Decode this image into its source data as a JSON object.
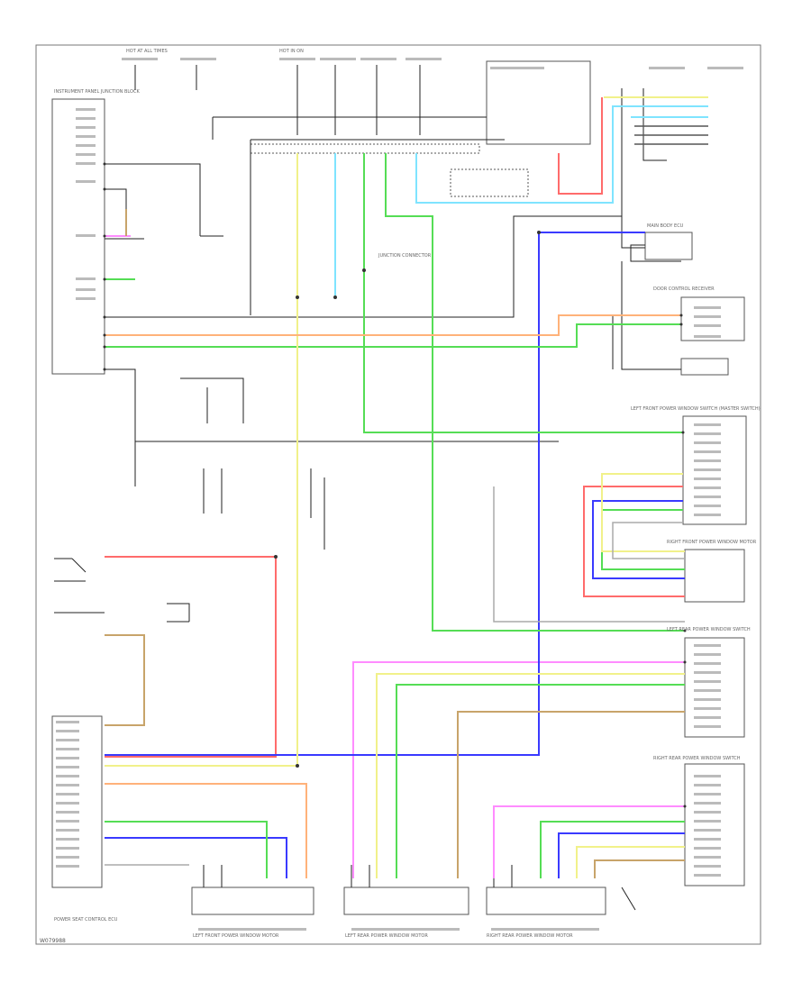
{
  "diagram": {
    "footer_code": "W079988",
    "modules": {
      "power_seat_control_ecu": "POWER SEAT CONTROL ECU",
      "left_front_power_window_motor": "LEFT FRONT POWER WINDOW MOTOR",
      "right_front_power_window_motor": "RIGHT FRONT POWER WINDOW MOTOR",
      "left_rear_power_window_motor": "LEFT REAR POWER WINDOW MOTOR",
      "right_rear_power_window_motor": "RIGHT REAR POWER WINDOW MOTOR",
      "lf_window_switch": "LEFT FRONT POWER WINDOW SWITCH (MASTER SWITCH)",
      "lr_window_switch": "LEFT REAR POWER WINDOW SWITCH",
      "rr_window_switch": "RIGHT REAR POWER WINDOW SWITCH",
      "junction_connector": "JUNCTION CONNECTOR",
      "instrument_panel_jb": "INSTRUMENT PANEL JUNCTION BLOCK",
      "main_body_ecu": "MAIN BODY ECU",
      "door_control_receiver": "DOOR CONTROL RECEIVER",
      "hot_at_all_times": "HOT AT ALL TIMES",
      "hot_in_on": "HOT IN ON"
    },
    "wire_colors": {
      "red": "#ff6b6b",
      "pink": "#ff8cff",
      "blue": "#3a3aff",
      "light_blue": "#7fe4ff",
      "green": "#55dd55",
      "yellow": "#f1f18a",
      "tan": "#c8a46a",
      "orange": "#ffb27a",
      "gray": "#8a8a8a",
      "black": "#111111"
    }
  }
}
